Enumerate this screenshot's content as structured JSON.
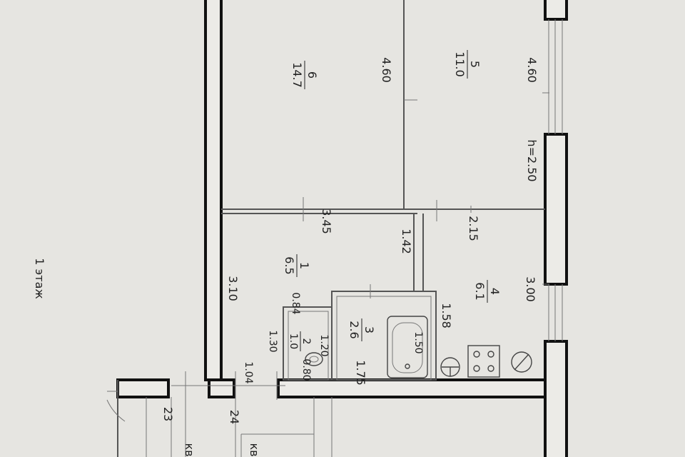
{
  "floor_label": "1 этаж",
  "ceiling_height": "h=2.50",
  "rooms": [
    {
      "number": "6",
      "area": "14.7"
    },
    {
      "number": "5",
      "area": "11.0"
    },
    {
      "number": "1",
      "area": "6.5"
    },
    {
      "number": "4",
      "area": "6.1"
    },
    {
      "number": "3",
      "area": "2.6"
    },
    {
      "number": "2",
      "area": "1.0"
    }
  ],
  "dimensions": {
    "d_460_a": "4.60",
    "d_460_b": "4.60",
    "d_345": "3.45",
    "d_215": "2.15",
    "d_142": "1.42",
    "d_310": "3.10",
    "d_300": "3.00",
    "d_158": "1.58",
    "d_084": "0.84",
    "d_130": "1.30",
    "d_120": "1.20",
    "d_080": "0.80",
    "d_150": "1.50",
    "d_175": "1.75",
    "d_104": "1.04",
    "d_23": "23",
    "d_24": "24",
    "kv_a": "кв",
    "kv_b": "кв"
  }
}
